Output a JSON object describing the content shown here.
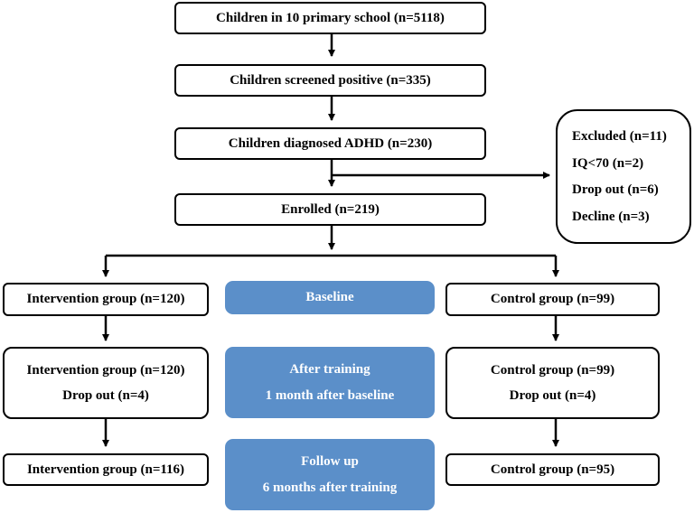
{
  "flow": {
    "screening": [
      "Children in 10 primary school (n=5118)",
      "Children screened positive  (n=335)",
      "Children diagnosed ADHD (n=230)",
      "Enrolled (n=219)"
    ],
    "excluded": [
      "Excluded (n=11)",
      "IQ<70 (n=2)",
      "Drop out (n=6)",
      "Decline (n=3)"
    ],
    "intervention": {
      "baseline": "Intervention group (n=120)",
      "after_training": [
        "Intervention group (n=120)",
        "Drop out (n=4)"
      ],
      "follow_up": "Intervention group (n=116)"
    },
    "control": {
      "baseline": "Control group (n=99)",
      "after_training": [
        "Control group (n=99)",
        "Drop out (n=4)"
      ],
      "follow_up": "Control group (n=95)"
    },
    "phases": {
      "baseline": [
        "Baseline"
      ],
      "after_training": [
        "After training",
        "1 month after baseline"
      ],
      "follow_up": [
        "Follow up",
        "6 months after training"
      ]
    }
  },
  "colors": {
    "phase_fill": "#5b8fc9",
    "phase_text": "#ffffff",
    "box_border": "#000000"
  }
}
